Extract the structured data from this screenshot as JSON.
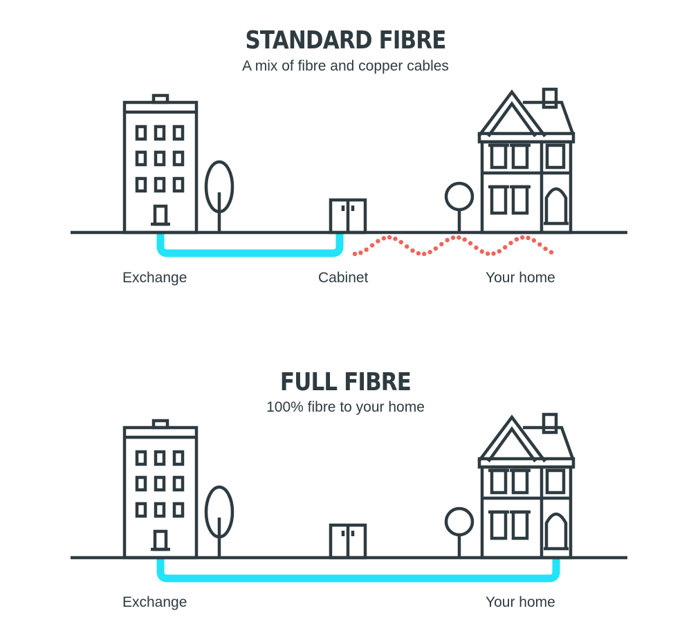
{
  "standard": {
    "title": "STANDARD FIBRE",
    "subtitle": "A mix of fibre and copper cables",
    "labels": {
      "exchange": "Exchange",
      "cabinet": "Cabinet",
      "home": "Your home"
    }
  },
  "full": {
    "title": "FULL FIBRE",
    "subtitle": "100% fibre to your home",
    "labels": {
      "exchange": "Exchange",
      "home": "Your home"
    }
  },
  "colors": {
    "ink": "#2e3b41",
    "fibre": "#22e3f7",
    "copper": "#f0645a"
  },
  "icons": [
    "exchange-building-icon",
    "tree-icon",
    "cabinet-icon",
    "house-icon"
  ]
}
